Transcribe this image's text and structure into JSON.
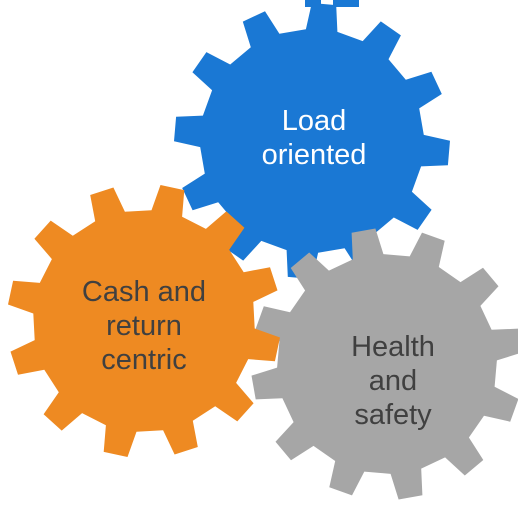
{
  "gears": [
    {
      "id": "load",
      "lines": [
        "Load",
        "oriented"
      ],
      "color": "#1a78d4",
      "text_color": "#ffffff"
    },
    {
      "id": "health",
      "lines": [
        "Health",
        "and",
        "safety"
      ],
      "color": "#a6a6a6",
      "text_color": "#404040"
    },
    {
      "id": "cash",
      "lines": [
        "Cash and",
        "return",
        "centric"
      ],
      "color": "#ee8a22",
      "text_color": "#404040"
    }
  ]
}
